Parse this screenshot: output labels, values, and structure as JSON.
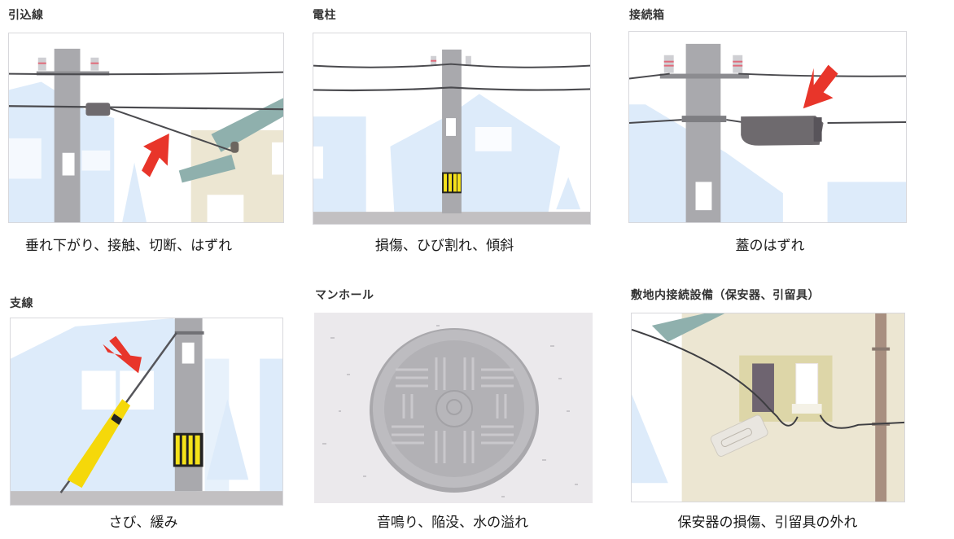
{
  "colors": {
    "sky_building": "#ddebfa",
    "pole": "#a9a9ad",
    "wire": "#4a4a4e",
    "arrow": "#e8352a",
    "yellow_marker": "#f5e21a",
    "house_wall": "#ece6d2",
    "roof": "#8fb0ad",
    "ground": "#c2c0c2",
    "manhole_bg": "#ebe9ec",
    "manhole": "#bdbcc0",
    "brown_pipe": "#a88f80"
  },
  "panels": [
    {
      "id": "hikikomisen",
      "title": "引込線",
      "caption": "垂れ下がり、接触、切断、はずれ",
      "illustration": "drop-wire-sagging"
    },
    {
      "id": "denchu",
      "title": "電柱",
      "caption": "損傷、ひび割れ、傾斜",
      "illustration": "utility-pole"
    },
    {
      "id": "setsuzokubako",
      "title": "接続箱",
      "caption": "蓋のはずれ",
      "illustration": "junction-box"
    },
    {
      "id": "shisen",
      "title": "支線",
      "caption": "さび、緩み",
      "illustration": "guy-wire"
    },
    {
      "id": "manhole",
      "title": "マンホール",
      "caption": "音鳴り、陥没、水の溢れ",
      "illustration": "manhole-cover"
    },
    {
      "id": "shikichinai",
      "title": "敷地内接続設備（保安器、引留具）",
      "caption": "保安器の損傷、引留具の外れ",
      "illustration": "protector-and-clamp"
    }
  ]
}
